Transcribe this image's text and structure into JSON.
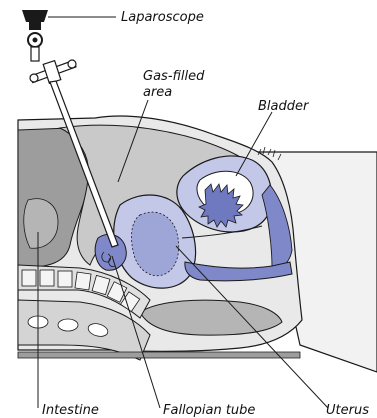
{
  "figure": {
    "labels": {
      "laparoscope": "Laparoscope",
      "gas_filled_line1": "Gas-filled",
      "gas_filled_line2": "area",
      "bladder": "Bladder",
      "intestine": "Intestine",
      "fallopian_tube": "Fallopian tube",
      "uterus": "Uterus"
    },
    "colors": {
      "outline": "#1a1a1a",
      "light_tissue": "#e9e9e9",
      "mid_tissue": "#c9c9c9",
      "dark_tissue": "#9d9d9d",
      "blue_organ": "#7f88c9",
      "light_blue": "#c3c8e8",
      "bone": "#f4f4f4"
    }
  }
}
